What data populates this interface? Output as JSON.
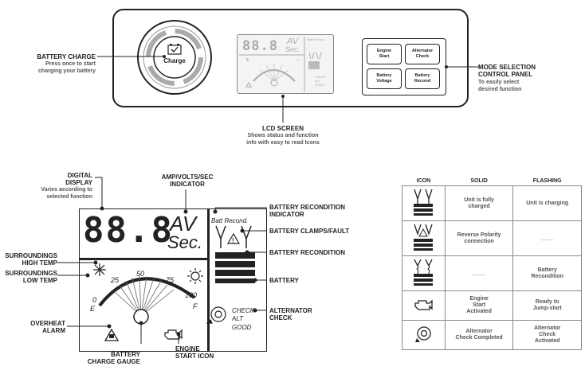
{
  "panel": {
    "charge_button_label": "Charge",
    "battery_charge": {
      "title": "BATTERY CHARGE",
      "desc": [
        "Press once to start",
        "charging your battery"
      ]
    },
    "lcd": {
      "title": "LCD SCREEN",
      "desc": [
        "Shows status and function",
        "info with easy to read Icons"
      ]
    },
    "mode_panel": {
      "title": [
        "MODE SELECTION",
        "CONTROL PANEL"
      ],
      "desc": [
        "To easily select",
        "desired function"
      ]
    },
    "buttons": [
      {
        "line1": "Engine",
        "line2": "Start"
      },
      {
        "line1": "Alternator",
        "line2": "Check"
      },
      {
        "line1": "Battery",
        "line2": "Voltage"
      },
      {
        "line1": "Battery",
        "line2": "Recond"
      }
    ],
    "mini_lcd": {
      "digits": "88.8",
      "unit_top": "AV",
      "unit_bottom": "Sec.",
      "recond": "Batt Recond.",
      "check": "CHECK",
      "alt": "ALT",
      "good": "GOOD"
    }
  },
  "display": {
    "digits": "88.8",
    "unit_top": "AV",
    "unit_bottom": "Sec.",
    "recond_text": "Batt Recond.",
    "check": "CHECK",
    "alt": "ALT",
    "good": "GOOD",
    "gauge_ticks": [
      "0",
      "25",
      "50",
      "75",
      "100"
    ],
    "gauge_e": "E",
    "gauge_f": "F",
    "percent": "%"
  },
  "callouts": {
    "digital_display": {
      "title": [
        "DIGITAL",
        "DISPLAY"
      ],
      "desc": [
        "Varies according to",
        "selected function"
      ]
    },
    "amp_volts": [
      "AMP/VOLTS/SEC",
      "INDICATOR"
    ],
    "surround_high": [
      "SURROUNDINGS",
      "HIGH TEMP"
    ],
    "surround_low": [
      "SURROUNDINGS",
      "LOW TEMP"
    ],
    "overheat": [
      "OVERHEAT",
      "ALARM"
    ],
    "charge_gauge": [
      "BATTERY",
      "CHARGE GAUGE"
    ],
    "engine_start": [
      "ENGINE",
      "START ICON"
    ],
    "recond_indicator": [
      "BATTERY RECONDITION",
      "INDICATOR"
    ],
    "clamps_fault": "BATTERY CLAMPS/FAULT",
    "recondition": "BATTERY RECONDITION",
    "battery": "BATTERY",
    "alternator_check": [
      "ALTERNATOR",
      "CHECK"
    ]
  },
  "legend": {
    "headers": [
      "ICON",
      "SOLID",
      "FLASHING"
    ],
    "rows": [
      {
        "icon": "battery-clamps-icon",
        "solid": [
          "Unit is fully",
          "charged"
        ],
        "flashing": [
          "Unit is charging"
        ]
      },
      {
        "icon": "battery-fault-icon",
        "solid": [
          "Reverse Polarity",
          "connection"
        ],
        "flashing": [
          "____"
        ]
      },
      {
        "icon": "battery-recondition-icon",
        "solid": [
          "____"
        ],
        "flashing": [
          "Battery",
          "Recondition"
        ]
      },
      {
        "icon": "engine-icon",
        "solid": [
          "Engine",
          "Start",
          "Activated"
        ],
        "flashing": [
          "Ready to",
          "Jump-start"
        ]
      },
      {
        "icon": "alternator-icon",
        "solid": [
          "Alternator",
          "Check Completed"
        ],
        "flashing": [
          "Alternator",
          "Check",
          "Activated"
        ]
      }
    ]
  }
}
